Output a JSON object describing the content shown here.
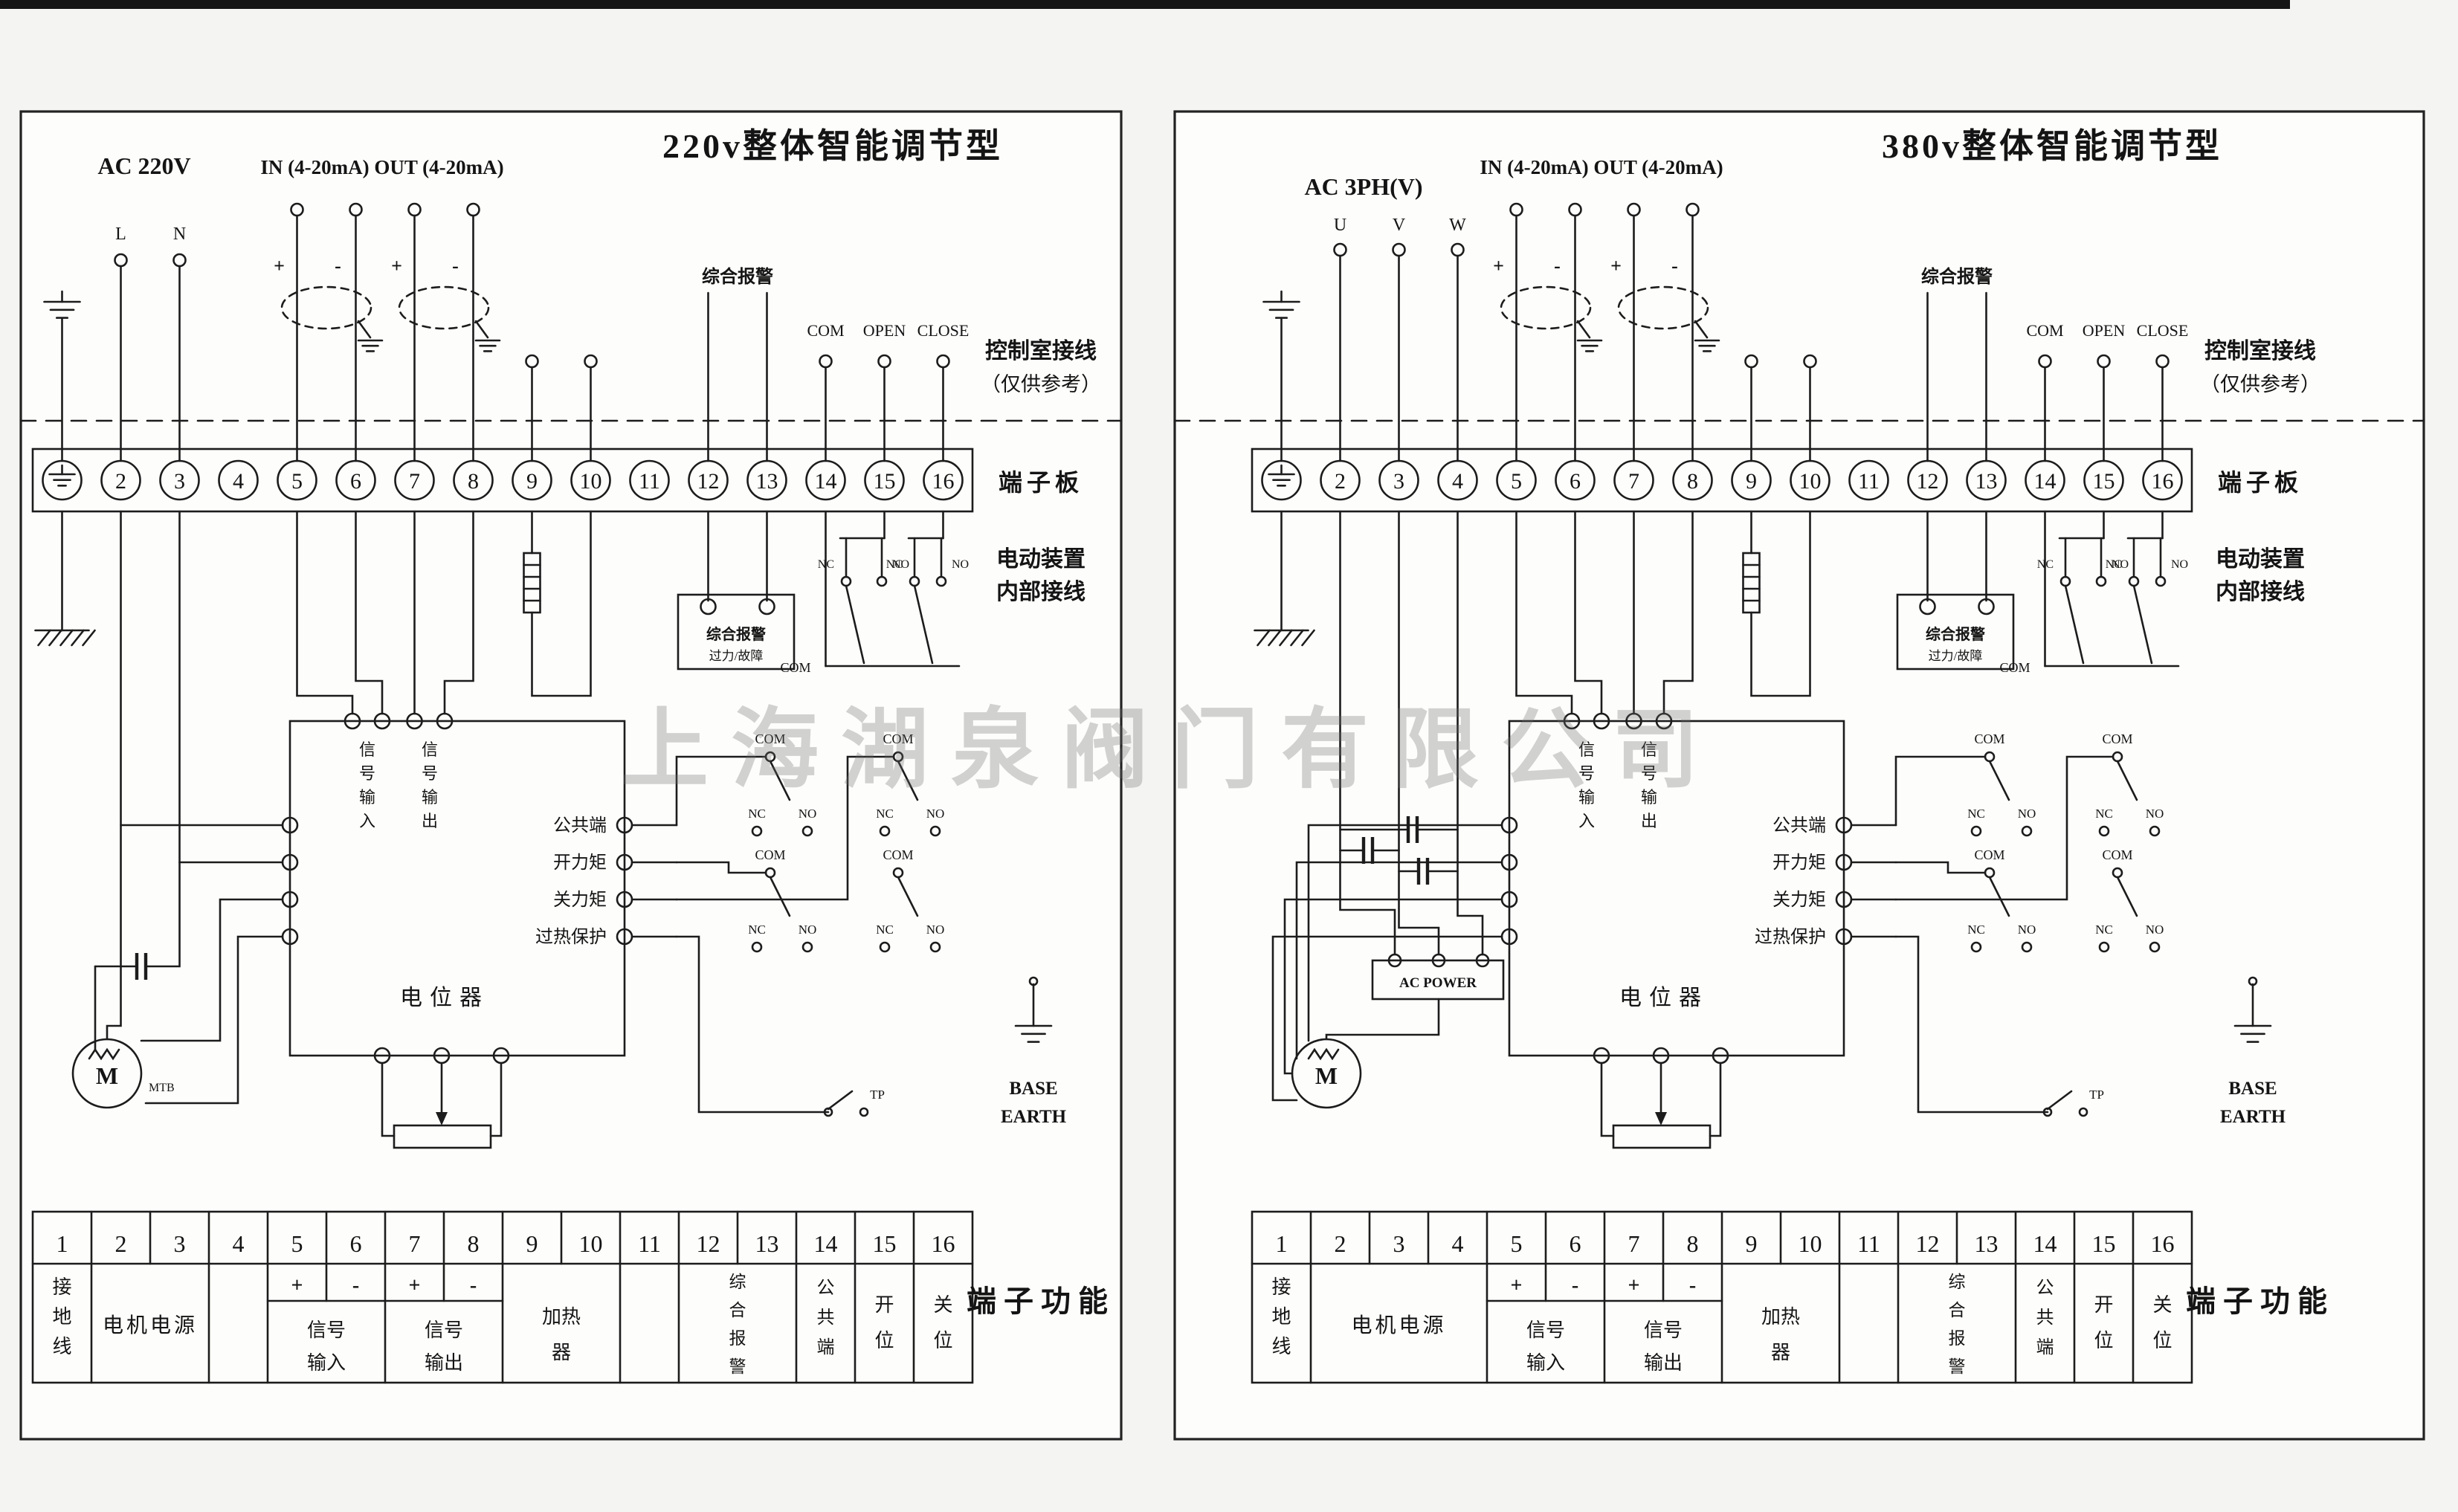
{
  "watermark": "上海湖泉阀门有限公司",
  "shared": {
    "io_label": "IN (4-20mA) OUT (4-20mA)",
    "plus": "+",
    "minus": "-",
    "alarm_top": "综合报警",
    "com": "COM",
    "open": "OPEN",
    "close": "CLOSE",
    "nc": "NC",
    "no": "NO",
    "tp": "TP",
    "control_room_line1": "控制室接线",
    "control_room_line2": "（仅供参考）",
    "terminal_board": "端子板",
    "internal_line1": "电动装置",
    "internal_line2": "内部接线",
    "signal_in": "信号输入",
    "signal_out": "信号输出",
    "output_labels": [
      "公共端",
      "开力矩",
      "关力矩",
      "过热保护"
    ],
    "potentiometer": "电位器",
    "alarm_box_line1": "综合报警",
    "alarm_box_line2": "过力/故障",
    "motor": "M",
    "base_line1": "BASE",
    "base_line2": "EARTH",
    "table_caption": "端子功能",
    "numbers": [
      "1",
      "2",
      "3",
      "4",
      "5",
      "6",
      "7",
      "8",
      "9",
      "10",
      "11",
      "12",
      "13",
      "14",
      "15",
      "16"
    ],
    "fn_ground": "接地线",
    "fn_motor_power": "电机电源",
    "fn_heater_line1": "加热",
    "fn_heater_line2": "器",
    "fn_alarm": "综合报警",
    "fn_common": "公共端",
    "fn_open": "开位",
    "fn_close": "关位"
  },
  "panels": [
    {
      "title": "220v整体智能调节型",
      "power_label": "AC 220V",
      "phases": [
        "L",
        "N"
      ],
      "mtb_label": "MTB",
      "motor_cols": [
        1,
        3
      ]
    },
    {
      "title": "380v整体智能调节型",
      "power_label": "AC 3PH(V)",
      "phases": [
        "U",
        "V",
        "W"
      ],
      "ac_power_label": "AC POWER",
      "motor_cols": [
        1,
        4
      ]
    }
  ]
}
